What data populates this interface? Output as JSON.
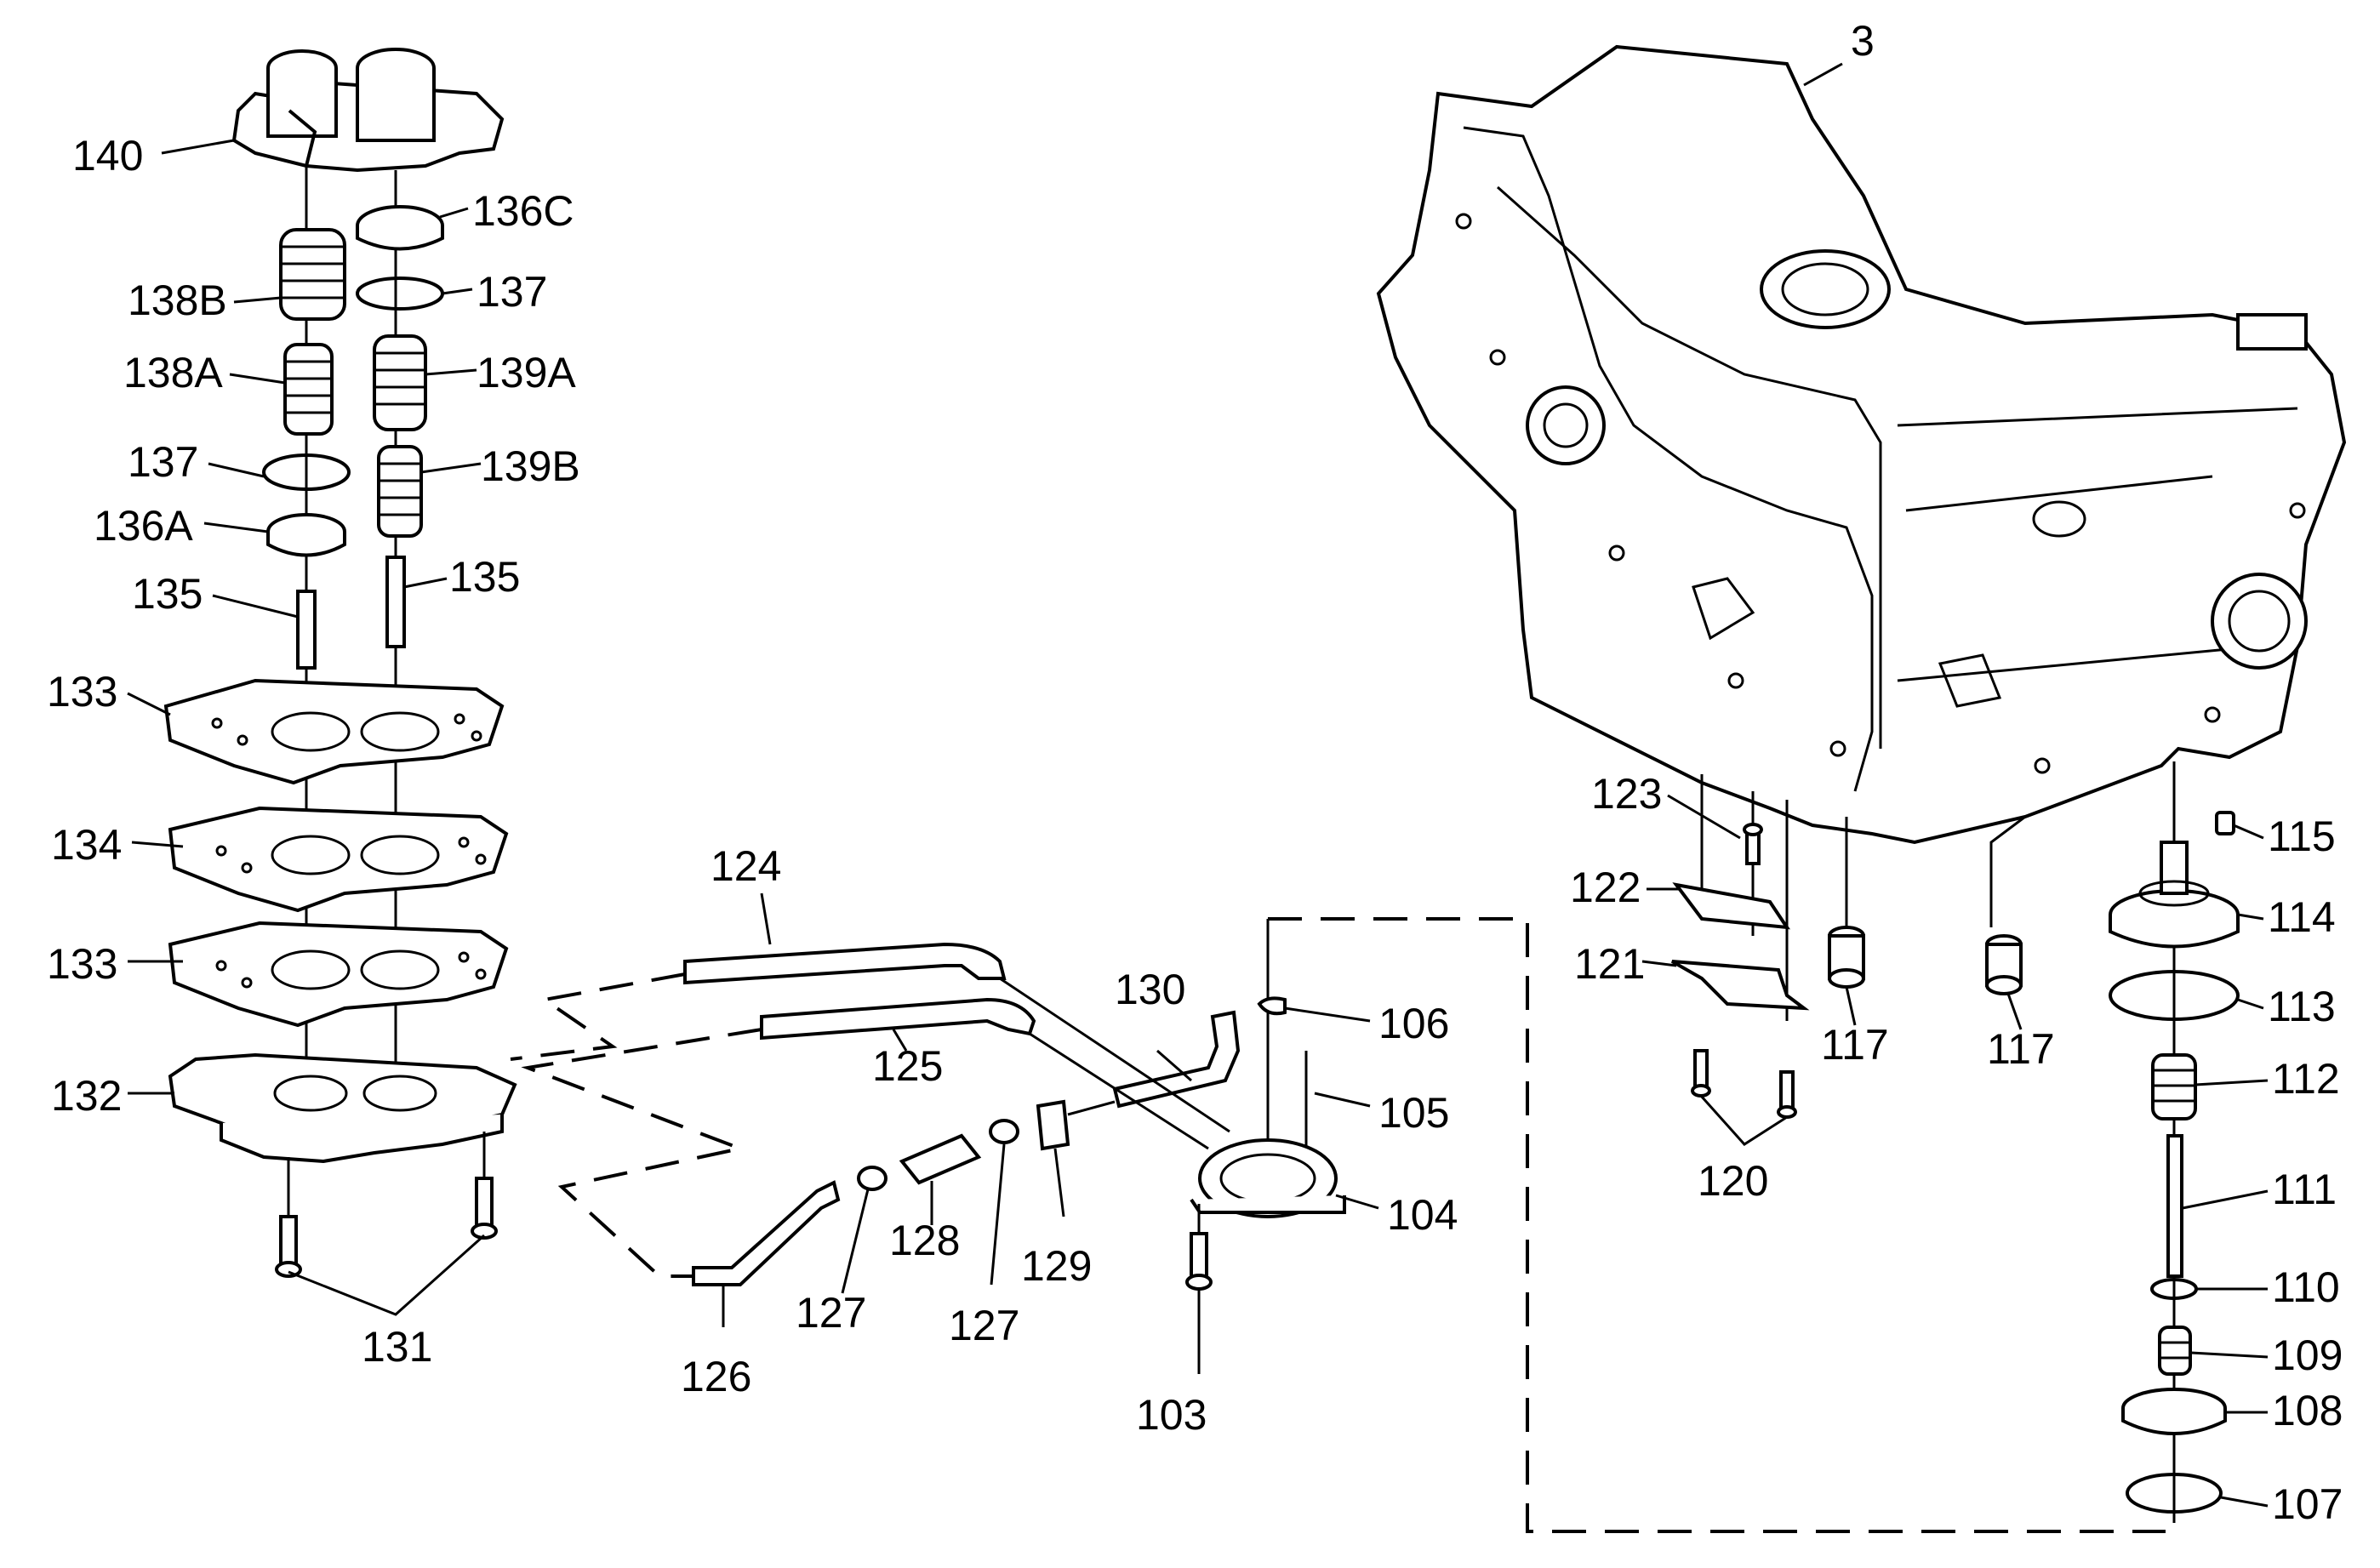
{
  "diagram": {
    "callouts": {
      "c3": "3",
      "c103": "103",
      "c104": "104",
      "c105": "105",
      "c106": "106",
      "c107": "107",
      "c108": "108",
      "c109": "109",
      "c110": "110",
      "c111": "111",
      "c112": "112",
      "c113": "113",
      "c114": "114",
      "c115": "115",
      "c117a": "117",
      "c117b": "117",
      "c120": "120",
      "c121": "121",
      "c122": "122",
      "c123": "123",
      "c124": "124",
      "c125": "125",
      "c126": "126",
      "c127a": "127",
      "c127b": "127",
      "c128": "128",
      "c129": "129",
      "c130": "130",
      "c131": "131",
      "c132": "132",
      "c133a": "133",
      "c133b": "133",
      "c134": "134",
      "c135a": "135",
      "c135b": "135",
      "c136A": "136A",
      "c136C": "136C",
      "c137a": "137",
      "c137b": "137",
      "c138A": "138A",
      "c138B": "138B",
      "c139A": "139A",
      "c139B": "139B",
      "c140": "140"
    }
  }
}
